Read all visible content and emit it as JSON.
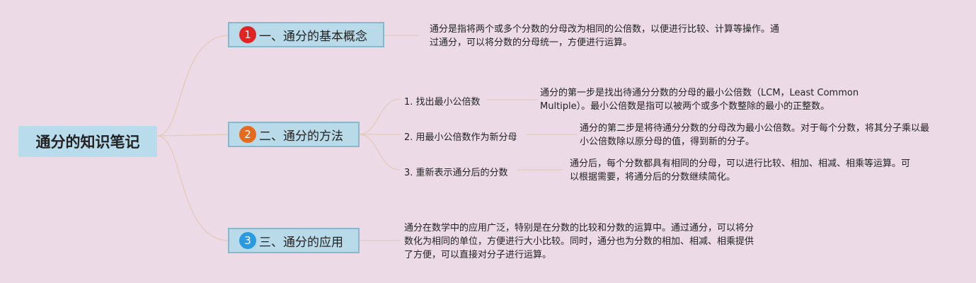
{
  "root": {
    "title": "通分的知识笔记"
  },
  "branches": [
    {
      "number": "1",
      "badge_color": "#e02424",
      "title": "一、通分的基本概念",
      "description": "通分是指将两个或多个分数的分母改为相同的公倍数，以便进行比较、计算等操作。通过通分，可以将分数的分母统一，方便进行运算。"
    },
    {
      "number": "2",
      "badge_color": "#e66a1c",
      "title": "二、通分的方法",
      "children": [
        {
          "title": "1. 找出最小公倍数",
          "description": "通分的第一步是找出待通分分数的分母的最小公倍数（LCM，Least Common Multiple）。最小公倍数是指可以被两个或多个数整除的最小的正整数。"
        },
        {
          "title": "2. 用最小公倍数作为新分母",
          "description": "通分的第二步是将待通分分数的分母改为最小公倍数。对于每个分数，将其分子乘以最小公倍数除以原分母的值，得到新的分子。"
        },
        {
          "title": "3. 重新表示通分后的分数",
          "description": "通分后，每个分数都具有相同的分母，可以进行比较、相加、相减、相乘等运算。可以根据需要，将通分后的分数继续简化。"
        }
      ]
    },
    {
      "number": "3",
      "badge_color": "#2b9be0",
      "title": "三、通分的应用",
      "description": "通分在数学中的应用广泛，特别是在分数的比较和分数的运算中。通过通分，可以将分数化为相同的单位，方便进行大小比较。同时，通分也为分数的相加、相减、相乘提供了方便，可以直接对分子进行运算。"
    }
  ],
  "colors": {
    "background": "#ecdbe7",
    "root_fill": "#b8dcec",
    "branch_fill": "#b9dbe9",
    "branch_border": "#88b8cc",
    "connector": "#e3c9b8"
  }
}
